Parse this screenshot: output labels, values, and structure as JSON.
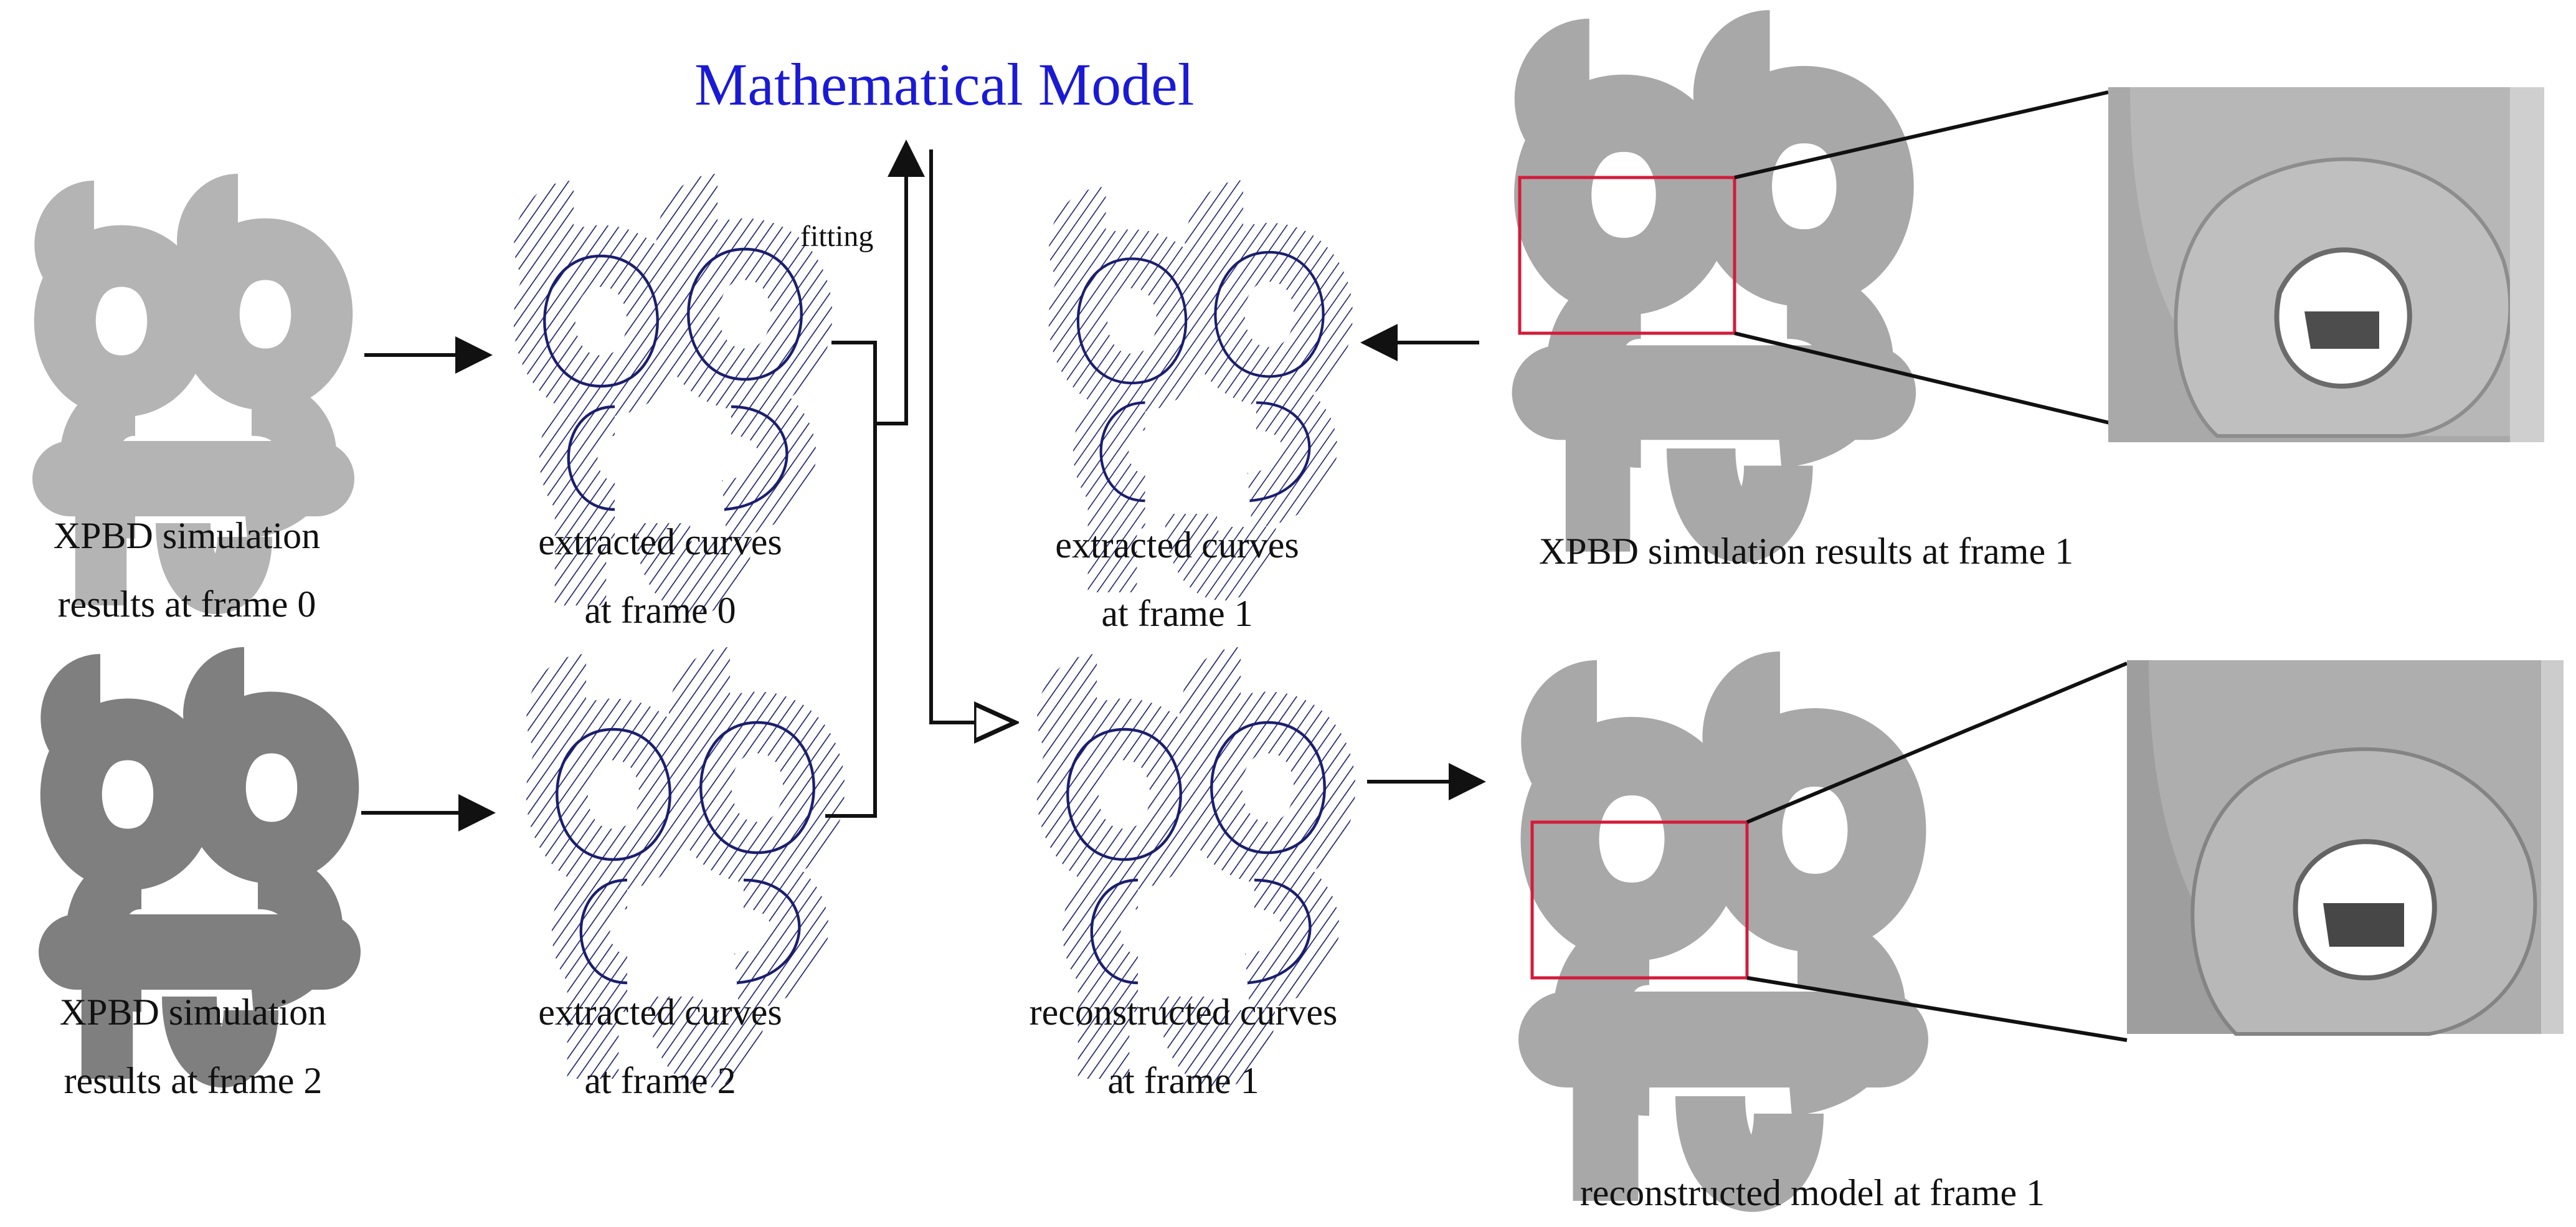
{
  "title": "Mathematical Model",
  "fitting_label": "fitting",
  "colors": {
    "title": "#1a1ad6",
    "curves": "#1b1f6e",
    "highlight_box": "#d21c3a",
    "model_light": "#c9c9c9",
    "model_dark": "#8e8e8e",
    "arrow": "#111111"
  },
  "panels": {
    "sim_frame0": {
      "line1": "XPBD simulation",
      "line2": "results at frame 0"
    },
    "sim_frame2": {
      "line1": "XPBD simulation",
      "line2": "results at frame 2"
    },
    "curves_frame0": {
      "line1": "extracted curves",
      "line2": "at frame 0"
    },
    "curves_frame2": {
      "line1": "extracted curves",
      "line2": "at frame  2"
    },
    "curves_frame1": {
      "line1": "extracted curves",
      "line2": "at frame 1"
    },
    "recon_curves_frame1": {
      "line1": "reconstructed curves",
      "line2": "at frame  1"
    },
    "sim_frame1": {
      "line1": "XPBD simulation results at frame 1"
    },
    "recon_model_frame1": {
      "line1": "reconstructed model at frame 1"
    }
  }
}
